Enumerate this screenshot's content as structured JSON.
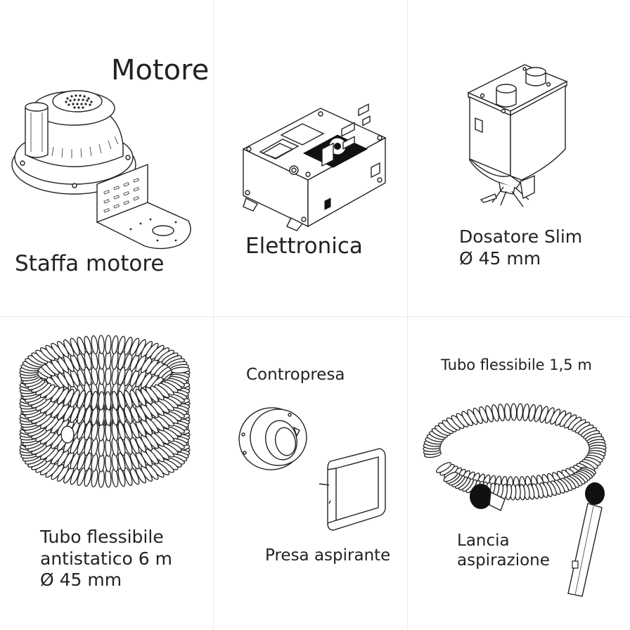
{
  "panels": {
    "motore": {
      "title": "Motore",
      "subtitle": "Staffa motore",
      "icon": "blower-motor-icon"
    },
    "elettronica": {
      "title": "Elettronica",
      "icon": "control-box-icon"
    },
    "dosatore": {
      "line1": "Dosatore Slim",
      "line2": "Ø 45 mm",
      "icon": "dosing-hopper-icon"
    },
    "tubo": {
      "line1": "Tubo flessibile",
      "line2": "antistatico 6 m",
      "line3": "Ø 45 mm",
      "icon": "coiled-hose-icon"
    },
    "presa": {
      "top_label": "Contropresa",
      "bottom_label": "Presa aspirante",
      "icon": "wall-inlet-icon"
    },
    "lancia": {
      "top_label": "Tubo flessibile 1,5 m",
      "line1": "Lancia",
      "line2": "aspirazione",
      "icon": "hose-wand-icon"
    }
  },
  "colors": {
    "grid_line": "#e9e9e9",
    "text": "#222222",
    "background": "#ffffff"
  }
}
